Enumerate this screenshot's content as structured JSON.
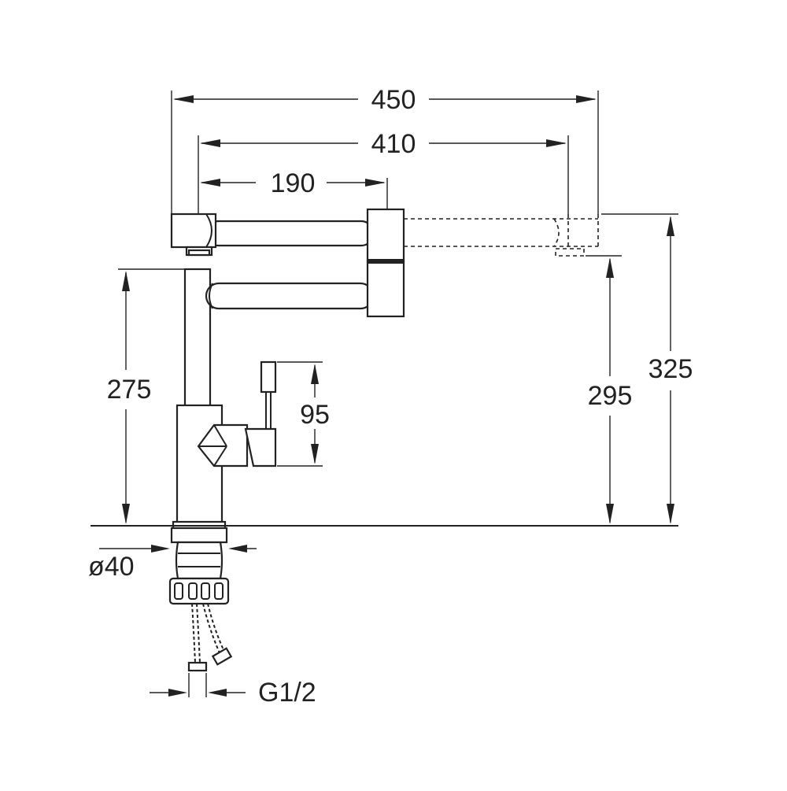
{
  "dimensions": {
    "total_width": "450",
    "outer_spout": "410",
    "arm_length": "190",
    "column_height": "275",
    "lever_height": "95",
    "spout_clearance": "295",
    "total_height": "325",
    "diameter": "ø40",
    "connection": "G1/2"
  },
  "colors": {
    "line": "#222222",
    "background": "#ffffff"
  }
}
